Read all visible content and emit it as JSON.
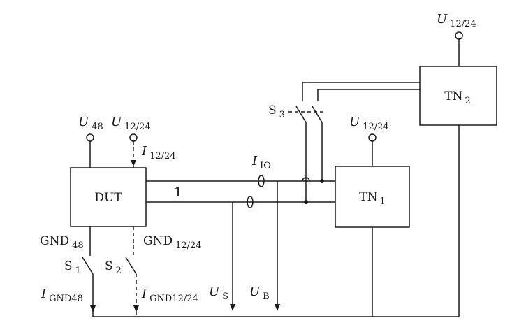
{
  "blocks": {
    "dut": "DUT",
    "tn1": {
      "main": "TN",
      "sub": "1"
    },
    "tn2": {
      "main": "TN",
      "sub": "2"
    }
  },
  "supplies": {
    "u48": {
      "main": "U",
      "sub": "48"
    },
    "u1224_dut": {
      "main": "U",
      "sub": "12/24"
    },
    "u1224_tn1": {
      "main": "U",
      "sub": "12/24"
    },
    "u1224_tn2": {
      "main": "U",
      "sub": "12/24"
    }
  },
  "currents": {
    "i1224": {
      "main": "I",
      "sub": "12/24"
    },
    "iio": {
      "main": "I",
      "sub": "IO"
    },
    "ignd48": {
      "main": "I",
      "sub": "GND48"
    },
    "ignd1224": {
      "main": "I",
      "sub": "GND12/24"
    }
  },
  "grounds": {
    "gnd48": {
      "main": "GND",
      "sub": "48"
    },
    "gnd1224": {
      "main": "GND",
      "sub": "12/24"
    }
  },
  "switches": {
    "s1": {
      "main": "S",
      "sub": "1"
    },
    "s2": {
      "main": "S",
      "sub": "2"
    },
    "s3": {
      "main": "S",
      "sub": "3"
    }
  },
  "voltages": {
    "us": {
      "main": "U",
      "sub": "S"
    },
    "ub": {
      "main": "U",
      "sub": "B"
    }
  },
  "line_label": "1"
}
